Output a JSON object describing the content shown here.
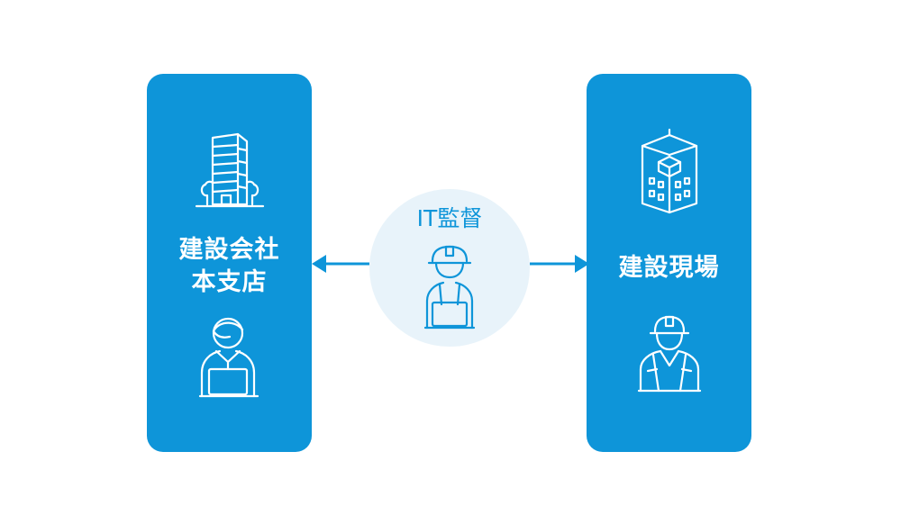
{
  "colors": {
    "panel": "#0e95d9",
    "circle": "#e8f3fa",
    "accent": "#0e95d9",
    "line_on_panel": "#ffffff"
  },
  "left_panel": {
    "label_line1": "建設会社",
    "label_line2": "本支店",
    "icons": [
      "office-building-icon",
      "office-worker-laptop-icon"
    ]
  },
  "center": {
    "title": "IT監督",
    "icons": [
      "site-supervisor-laptop-icon"
    ]
  },
  "right_panel": {
    "label": "建設現場",
    "icons": [
      "building-under-construction-icon",
      "construction-worker-icon"
    ]
  },
  "connections": [
    {
      "from": "IT監督",
      "to": "建設会社 本支店",
      "direction": "left"
    },
    {
      "from": "IT監督",
      "to": "建設現場",
      "direction": "right"
    }
  ]
}
